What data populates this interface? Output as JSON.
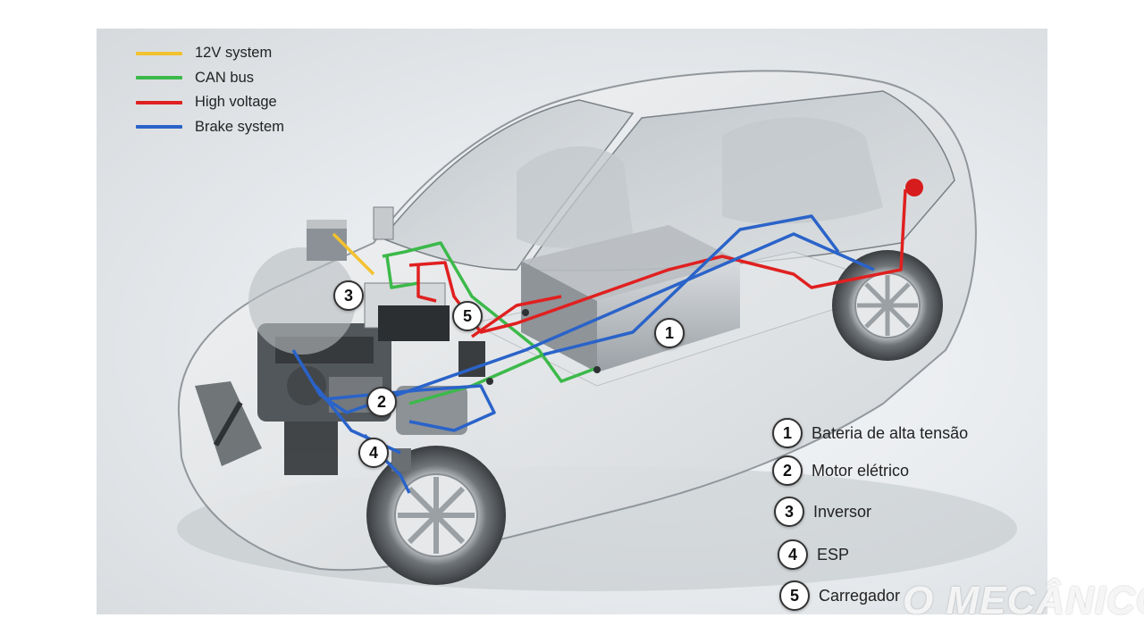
{
  "legend": [
    {
      "label": "12V system",
      "color": "#f2c12e"
    },
    {
      "label": "CAN bus",
      "color": "#3cb94a"
    },
    {
      "label": "High voltage",
      "color": "#e02020"
    },
    {
      "label": "Brake system",
      "color": "#2a63c9"
    }
  ],
  "callouts": [
    "1",
    "2",
    "3",
    "4",
    "5"
  ],
  "key": [
    {
      "num": "1",
      "label": "Bateria de alta tensão"
    },
    {
      "num": "2",
      "label": "Motor elétrico"
    },
    {
      "num": "3",
      "label": "Inversor"
    },
    {
      "num": "4",
      "label": "ESP"
    },
    {
      "num": "5",
      "label": "Carregador"
    }
  ],
  "watermark": "O MECÂNICO"
}
